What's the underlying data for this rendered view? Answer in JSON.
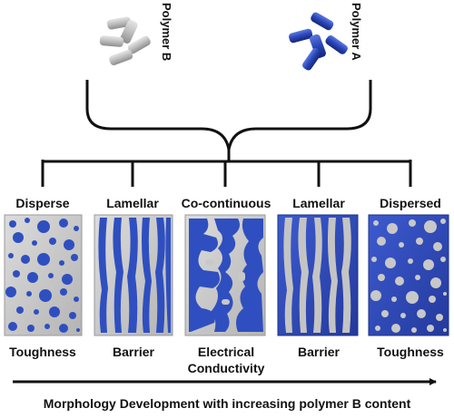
{
  "polymers": [
    {
      "id": "b",
      "name": "Polymer B",
      "color": "#b8b8b8"
    },
    {
      "id": "a",
      "name": "Polymer A",
      "color": "#2f4fc0"
    }
  ],
  "panels": [
    {
      "id": "1",
      "morphology": "Disperse",
      "property_lines": [
        "Toughness"
      ]
    },
    {
      "id": "2",
      "morphology": "Lamellar",
      "property_lines": [
        "Barrier"
      ]
    },
    {
      "id": "3",
      "morphology": "Co-continuous",
      "property_lines": [
        "Electrical",
        "Conductivity"
      ]
    },
    {
      "id": "4",
      "morphology": "Lamellar",
      "property_lines": [
        "Barrier"
      ]
    },
    {
      "id": "5",
      "morphology": "Dispersed",
      "property_lines": [
        "Toughness"
      ]
    }
  ],
  "caption": "Morphology Development with increasing polymer B content",
  "colors": {
    "blue": "#2f4fc0",
    "grey": "#c8c8c8",
    "ink": "#111111"
  }
}
